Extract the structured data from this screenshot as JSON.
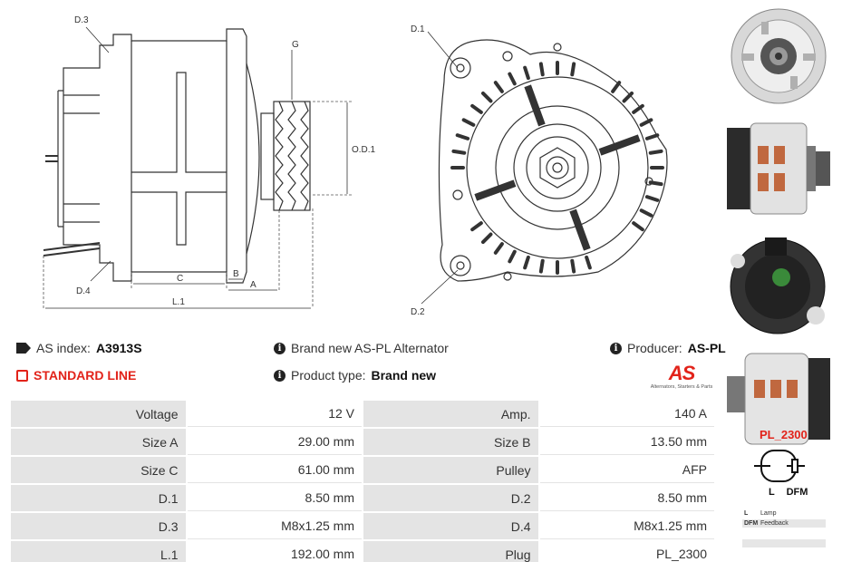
{
  "drawing": {
    "labels": {
      "d3": "D.3",
      "d4": "D.4",
      "g": "G",
      "od1": "O.D.1",
      "c": "C",
      "b": "B",
      "a": "A",
      "l1": "L.1",
      "d1": "D.1",
      "d2": "D.2"
    }
  },
  "info": {
    "as_index_label": "AS index:",
    "as_index_value": "A3913S",
    "brand_text": "Brand new AS-PL Alternator",
    "producer_label": "Producer:",
    "producer_value": "AS-PL",
    "standard_line": "STANDARD LINE",
    "product_type_label": "Product type:",
    "product_type_value": "Brand new",
    "logo_text": "AS",
    "logo_tagline": "Alternators, Starters & Parts"
  },
  "specs": [
    {
      "k1": "Voltage",
      "v1": "12 V",
      "k2": "Amp.",
      "v2": "140 A"
    },
    {
      "k1": "Size A",
      "v1": "29.00 mm",
      "k2": "Size B",
      "v2": "13.50 mm"
    },
    {
      "k1": "Size C",
      "v1": "61.00 mm",
      "k2": "Pulley",
      "v2": "AFP"
    },
    {
      "k1": "D.1",
      "v1": "8.50 mm",
      "k2": "D.2",
      "v2": "8.50 mm"
    },
    {
      "k1": "D.3",
      "v1": "M8x1.25 mm",
      "k2": "D.4",
      "v2": "M8x1.25 mm"
    },
    {
      "k1": "L.1",
      "v1": "192.00 mm",
      "k2": "Plug",
      "v2": "PL_2300"
    }
  ],
  "plug": {
    "name": "PL_2300",
    "pins": "L DFM",
    "legend": [
      {
        "code": "L",
        "desc": "Lamp"
      },
      {
        "code": "DFM",
        "desc": "Feedback"
      },
      {
        "code": "",
        "desc": ""
      },
      {
        "code": "",
        "desc": ""
      }
    ]
  },
  "colors": {
    "accent": "#e2231a",
    "cell": "#e4e4e4"
  }
}
